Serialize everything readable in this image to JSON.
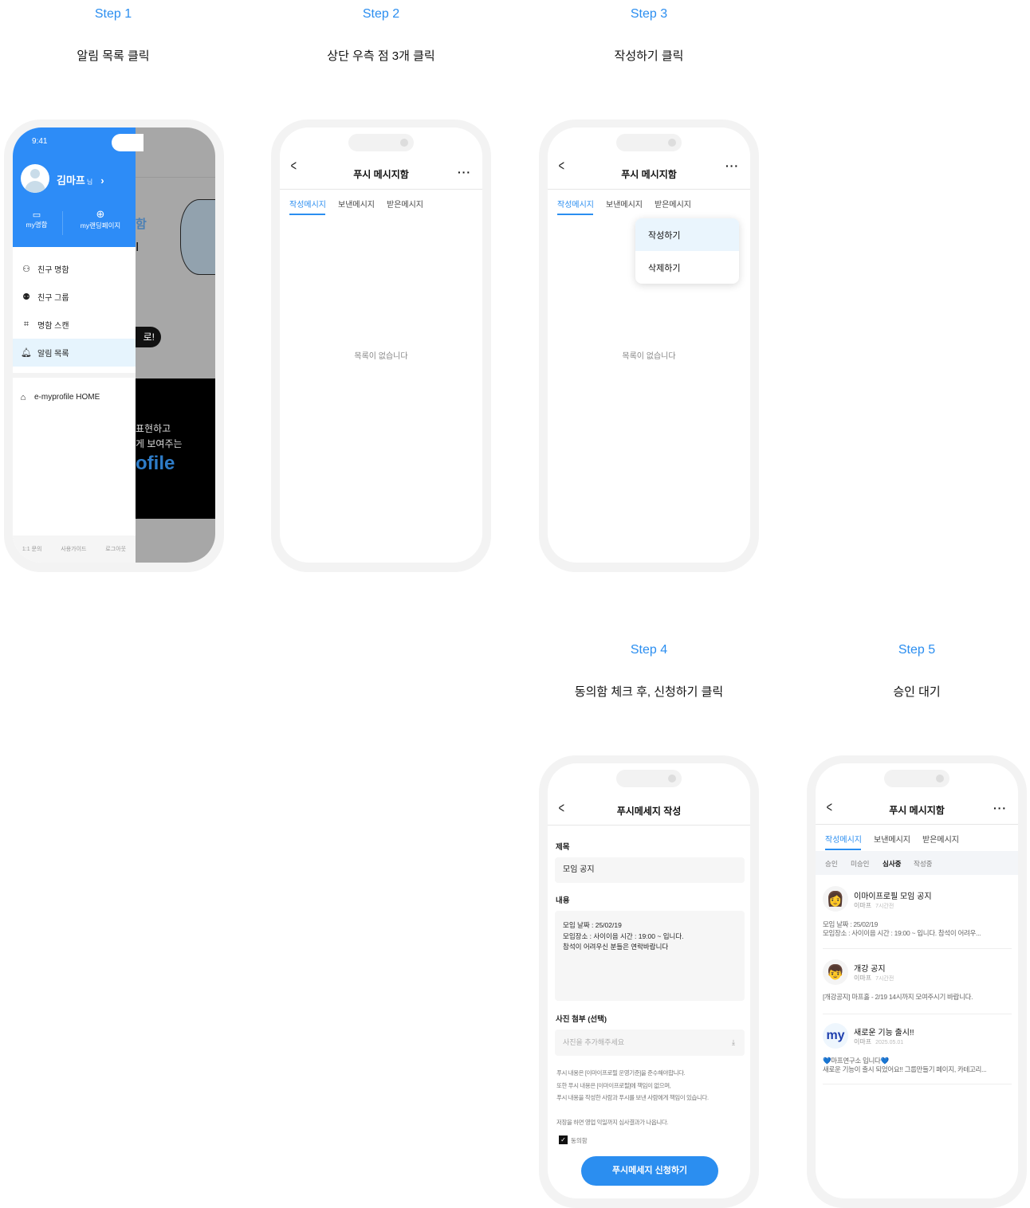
{
  "steps": [
    {
      "label": "Step 1",
      "title": "알림 목록 클릭"
    },
    {
      "label": "Step 2",
      "title": "상단 우측 점 3개 클릭"
    },
    {
      "label": "Step 3",
      "title": "작성하기 클릭"
    },
    {
      "label": "Step 4",
      "title": "동의함 체크 후, 신청하기 클릭"
    },
    {
      "label": "Step 5",
      "title": "승인 대기"
    }
  ],
  "status": {
    "time": "9:41"
  },
  "drawer": {
    "user_name": "김마프",
    "honorific": "님",
    "quick": [
      {
        "label": "my명함",
        "icon": "id-card-icon"
      },
      {
        "label": "my랜딩페이지",
        "icon": "globe-icon"
      }
    ],
    "menu": [
      {
        "label": "친구 명함",
        "icon": "person-icon"
      },
      {
        "label": "친구 그룹",
        "icon": "group-icon"
      },
      {
        "label": "명함 스캔",
        "icon": "scan-icon"
      },
      {
        "label": "알림 목록",
        "icon": "bell-icon"
      }
    ],
    "home": "e-myprofile HOME",
    "footer": [
      "1:1 문의",
      "사용가이드",
      "로그아웃"
    ],
    "bg_texts": [
      "함",
      "I",
      "로!",
      "표현하고",
      "게 보여주는",
      "ofile"
    ]
  },
  "inbox": {
    "title": "푸시 메시지함",
    "tabs": [
      "작성메시지",
      "보낸메시지",
      "받은메시지"
    ],
    "empty": "목록이 없습니다",
    "dropdown": [
      "작성하기",
      "삭제하기"
    ]
  },
  "compose": {
    "title": "푸시메세지 작성",
    "subject_label": "제목",
    "subject_value": "모임 공지",
    "content_label": "내용",
    "content_lines": [
      "모임 날짜 : 25/02/19",
      "모임장소 : 사이이음 시간 : 19:00 ~ 입니다.",
      "참석이 어려우신 분들은 연락바랍니다"
    ],
    "photo_label": "사진 첨부 (선택)",
    "photo_placeholder": "사진을 추가해주세요",
    "notice": [
      "푸시 내용은 [이마이프로필 운영기준]을 준수해야합니다.",
      "또한 푸시 내용은 [이마이프로필]에 책임이 없으며,",
      "푸시 내용을 작성한 사람과 푸시를 보낸 사람에게 책임이 있습니다."
    ],
    "review_note": "저장을 하면 영업 익일까지 심사결과가 나옵니다.",
    "agree": "동의함",
    "agree_checked": true,
    "submit": "푸시메세지 신청하기"
  },
  "pending": {
    "subtabs": [
      "승인",
      "미승인",
      "심사중",
      "작성중"
    ],
    "active_subtab": "심사중",
    "items": [
      {
        "title": "이마이프로필 모임 공지",
        "author": "이마프",
        "time": "7시간전",
        "body": [
          "모임 날짜 : 25/02/19",
          "모임장소 : 사이이음 시간 : 19:00 ~ 입니다. 참석이 어려우..."
        ]
      },
      {
        "title": "개강 공지",
        "author": "이마프",
        "time": "7시간전",
        "body": [
          "[개강공지] 마프홀 - 2/19  14시까지 모여주시기 바랍니다."
        ]
      },
      {
        "title": "새로운 기능 출시!!",
        "author": "이마프",
        "time": "2025.05.01",
        "body": [
          "💙마프연구소 입니다💙",
          "새로운 기능이 출시 되었어요!! 그룹만들기 페이지, 카테고리..."
        ]
      }
    ]
  },
  "colors": {
    "accent": "#2b8ef0",
    "drawer_blue": "#2d8cf7",
    "highlight": "#e6f4fd"
  }
}
